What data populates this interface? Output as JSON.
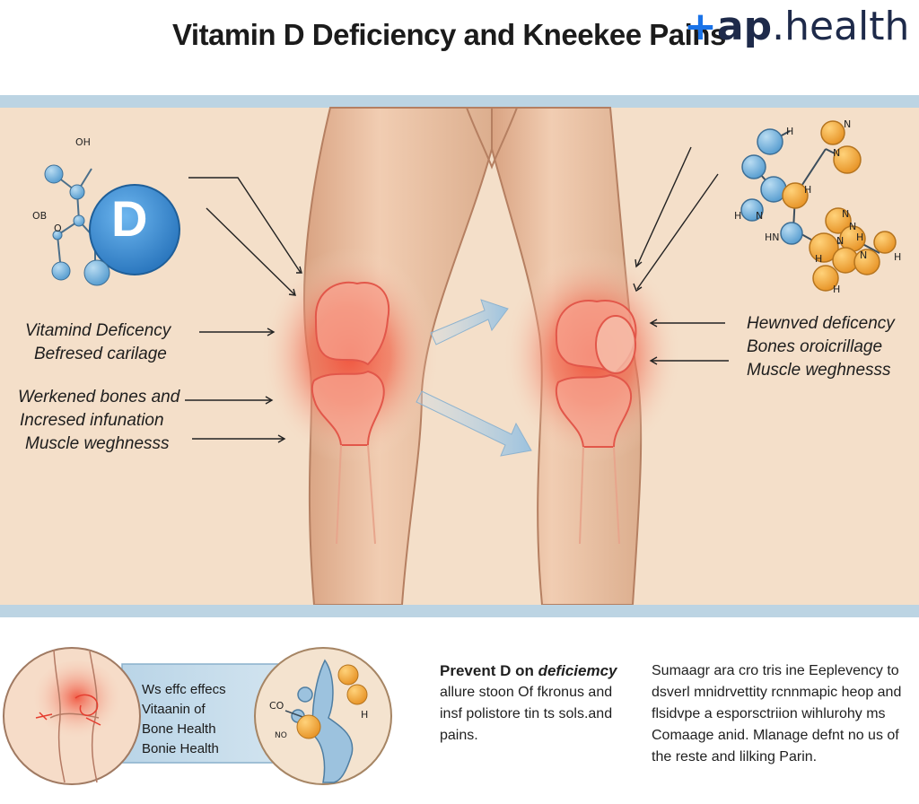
{
  "header": {
    "title": "Vitamin D Deficiency and Kneekee Pains",
    "logo_plus": "+",
    "logo_brand": "ap",
    "logo_dot": ".",
    "logo_tld": "health"
  },
  "molecule_left": {
    "badge_letter": "D",
    "atom_oh": "OH",
    "atom_ob": "OB",
    "atom_o": "O"
  },
  "molecule_right": {
    "atoms": [
      "H",
      "N",
      "N",
      "H",
      "H",
      "N",
      "HN",
      "N",
      "N",
      "N",
      "N",
      "H",
      "H",
      "H",
      "H"
    ]
  },
  "left_labels": [
    "Vitamind Deficency",
    "Befresed carilage",
    "Werkened bones and",
    "Incresed infunation",
    "Muscle weghnesss"
  ],
  "right_labels": [
    "Hewnved deficency",
    "Bones oroicrillage",
    "Muscle weghnesss"
  ],
  "bottom": {
    "box_lines": [
      "Ws effc effecs",
      "Vitaanin of",
      "Bone Health",
      "Bonie Health"
    ],
    "box_atoms": [
      "CO",
      "NO",
      "H"
    ],
    "mid_heading_a": "Prevent D on ",
    "mid_heading_b": "deficiemcy",
    "mid_lines": [
      "allure stoon Of fkronus and",
      "insf polistore tin ts sols.and",
      "pains."
    ],
    "right_lines": [
      "Sumaagr ara cro tris ine Eeplevency to",
      "dsverl mnidrvettity rcnnmapic heop and",
      "flsidvpe a esporsctriion wihlurohy ms",
      "Comaage anid. Mlanage defnt no us of",
      "the reste and lilking Parin."
    ]
  },
  "colors": {
    "band": "#f4dfc9",
    "stripe": "#bcd4e3",
    "skin": "#efc8aa",
    "inflammation": "#f05a45",
    "vitamin_blue": "#3f8fd0",
    "atom_orange": "#f2a53a"
  }
}
